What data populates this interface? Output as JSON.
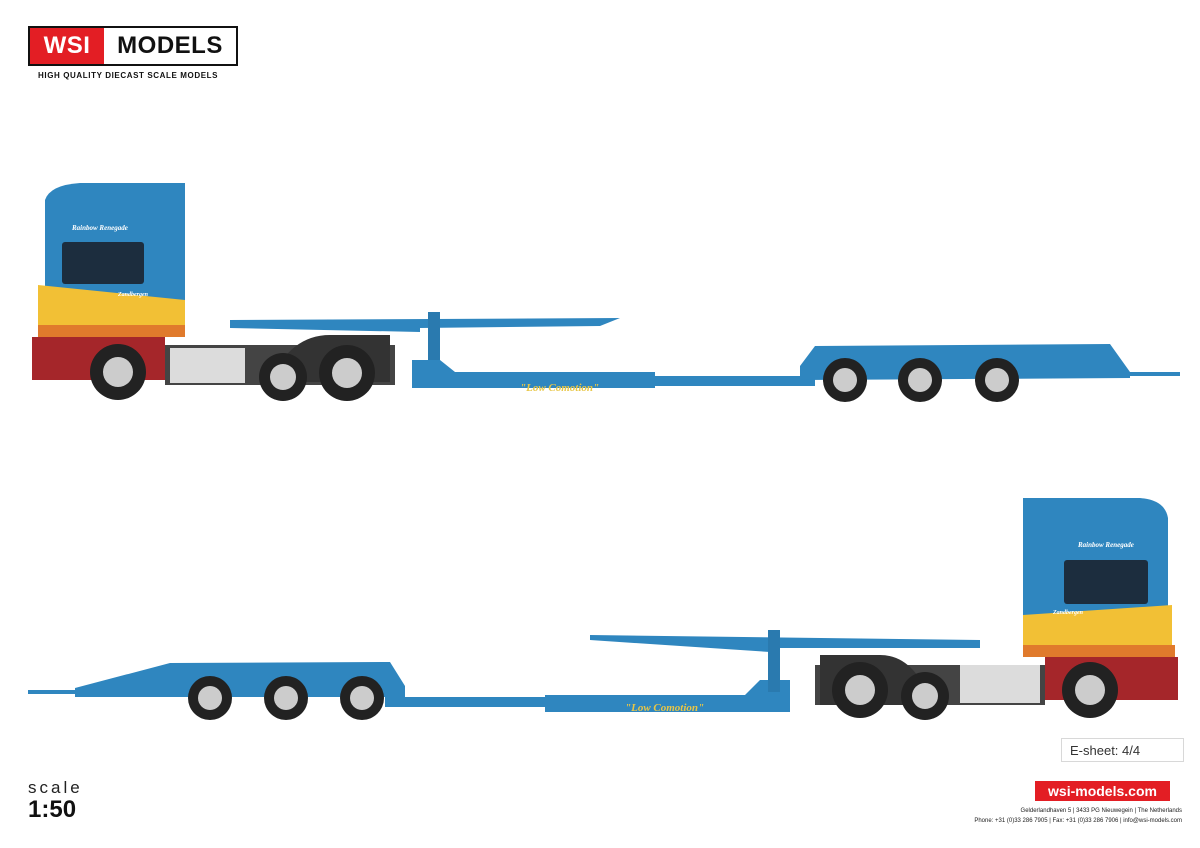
{
  "brand": {
    "logo_left": "WSI",
    "logo_right": "MODELS",
    "tagline": "HIGH QUALITY DIECAST SCALE MODELS",
    "accent_color": "#e31e24"
  },
  "truck": {
    "body_color": "#2f86bf",
    "cab_text_1": "Rainbow Renegade",
    "cab_text_2": "Zandbergen",
    "trailer_text": "\"Low Comotion\""
  },
  "sheet": {
    "label": "E-sheet: 4/4"
  },
  "scale": {
    "label": "scale",
    "value": "1:50"
  },
  "footer": {
    "website": "wsi-models.com",
    "address_line": "Gelderlandhaven 5  |  3433  PG  Nieuwegein  |  The Netherlands",
    "contact_line": "Phone: +31 (0)33 286 7905 | Fax: +31 (0)33 286 7906 | info@wsi-models.com"
  }
}
